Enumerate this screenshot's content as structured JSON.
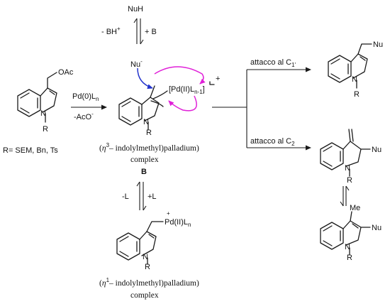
{
  "top": {
    "nucleophile": "NuH",
    "deprotonation": "- BH",
    "deprotonation_sup": "+",
    "base": "+ B",
    "nucleophile_anion": "Nu",
    "anion_sup": "-"
  },
  "start": {
    "group": "OAc",
    "n_label": "N",
    "r_label": "R",
    "r_defs": "R= SEM, Bn, Ts"
  },
  "step1": {
    "reagent": "Pd(0)L",
    "reagent_sub": "n",
    "leaving": "-AcO",
    "leaving_sup": "-"
  },
  "intermediate_b": {
    "pd_complex": "[Pd(II)L",
    "pd_sub": "n-1",
    "pd_close": "]",
    "charge": "+",
    "n_label": "N",
    "r_label": "R",
    "eta": "η",
    "eta_sup": "3",
    "name_line1": "– indolylmethyl)palladium",
    "name_line2": "complex",
    "label": "B"
  },
  "branches": {
    "c1_text": "attacco al C",
    "c1_sub": "1'",
    "c2_text": "attacco al C",
    "c2_sub": "2"
  },
  "products": {
    "p1_nu": "Nu",
    "p1_n": "N",
    "p1_r": "R",
    "p2_nu": "Nu",
    "p2_n": "N",
    "p2_r": "R",
    "p3_me": "Me",
    "p3_nu": "Nu",
    "p3_n": "N",
    "p3_r": "R"
  },
  "equilibrium": {
    "minus_l": "-L",
    "plus_l": "+L"
  },
  "eta1_complex": {
    "pd": "Pd(II)L",
    "pd_sub": "n",
    "charge": "+",
    "n_label": "N",
    "r_label": "R",
    "eta": "η",
    "eta_sup": "1",
    "name_line1": "– indolylmethyl)palladium",
    "name_line2": "complex"
  },
  "colors": {
    "blue_arrow": "#2233cc",
    "magenta_arrow": "#e020d8"
  }
}
